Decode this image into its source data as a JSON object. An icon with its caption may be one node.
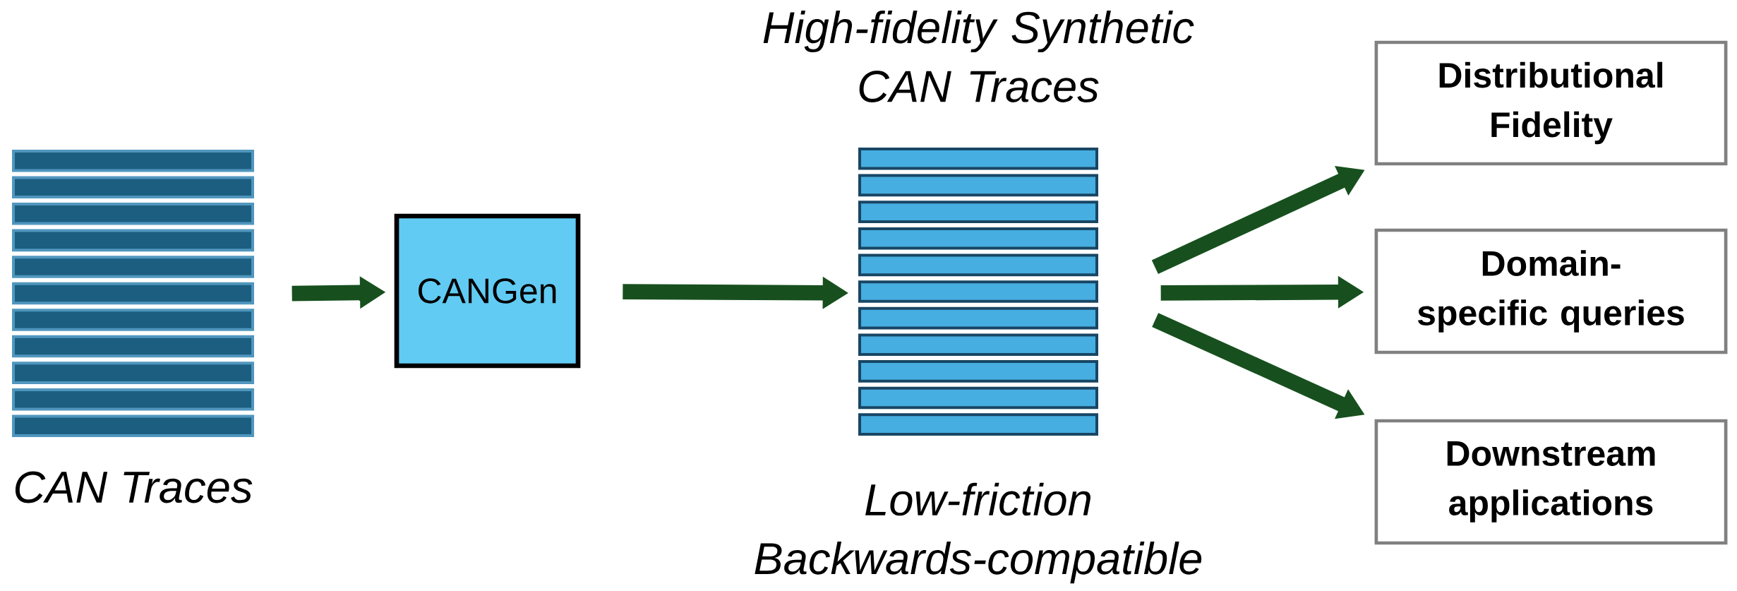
{
  "diagram": {
    "nodes": [
      {
        "text": [
          "CAN Traces"
        ]
      },
      {
        "text": [
          "CANGen"
        ]
      },
      {
        "text": [
          "High-fidelity Synthetic CAN Traces",
          "Low-friction Backwards-compatible"
        ]
      },
      {
        "text": [
          "Distributional Fidelity"
        ]
      },
      {
        "text": [
          "Domain-specific queries"
        ]
      },
      {
        "text": [
          "Downstream applications"
        ]
      }
    ],
    "edges": [
      {
        "from": 0,
        "to": 1,
        "arrow": "to"
      },
      {
        "from": 1,
        "to": 2,
        "arrow": "to"
      },
      {
        "from": 2,
        "to": 3,
        "arrow": "to"
      },
      {
        "from": 2,
        "to": 4,
        "arrow": "to"
      },
      {
        "from": 2,
        "to": 5,
        "arrow": "to"
      }
    ]
  }
}
